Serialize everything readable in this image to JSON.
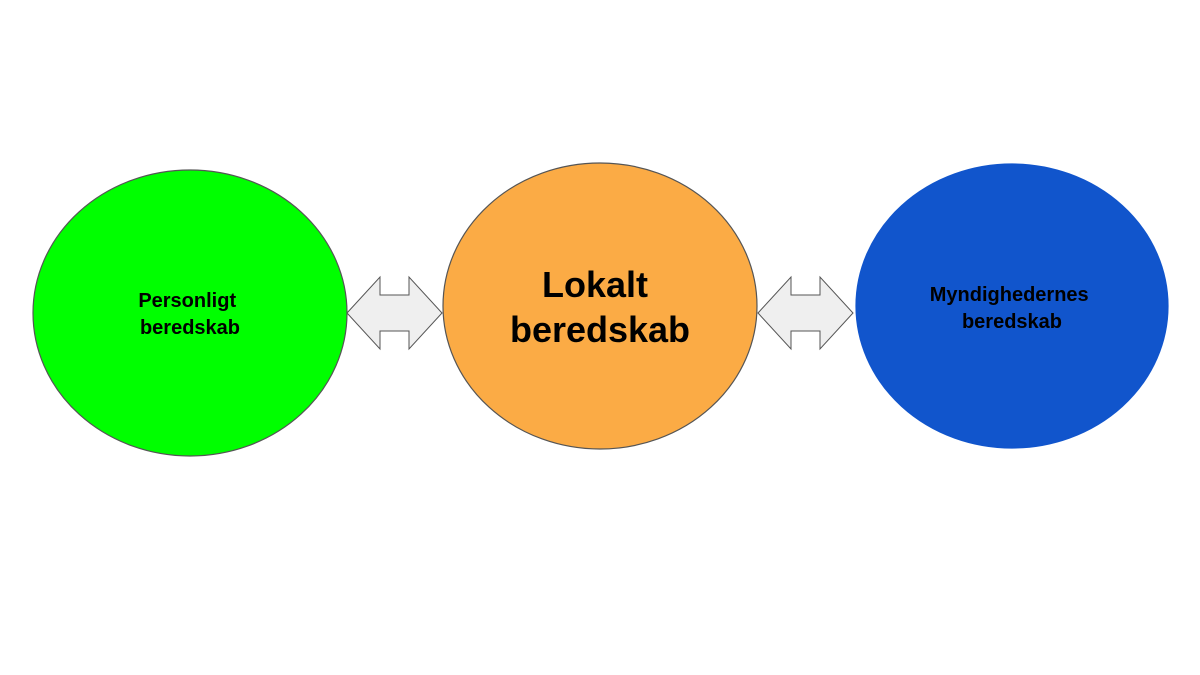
{
  "diagram": {
    "nodes": [
      {
        "id": "personal",
        "lines": [
          "Personligt",
          "beredskab"
        ],
        "fill": "#00ff00",
        "stroke": "#555555"
      },
      {
        "id": "local",
        "lines": [
          "Lokalt",
          "beredskab"
        ],
        "fill": "#fbab45",
        "stroke": "#555555"
      },
      {
        "id": "authorities",
        "lines": [
          "Myndighedernes",
          "beredskab"
        ],
        "fill": "#1155cc",
        "stroke": "#1155cc"
      }
    ],
    "connectors": [
      {
        "from": "personal",
        "to": "local",
        "type": "double-arrow",
        "fill": "#efefef",
        "stroke": "#555555"
      },
      {
        "from": "local",
        "to": "authorities",
        "type": "double-arrow",
        "fill": "#efefef",
        "stroke": "#555555"
      }
    ]
  }
}
